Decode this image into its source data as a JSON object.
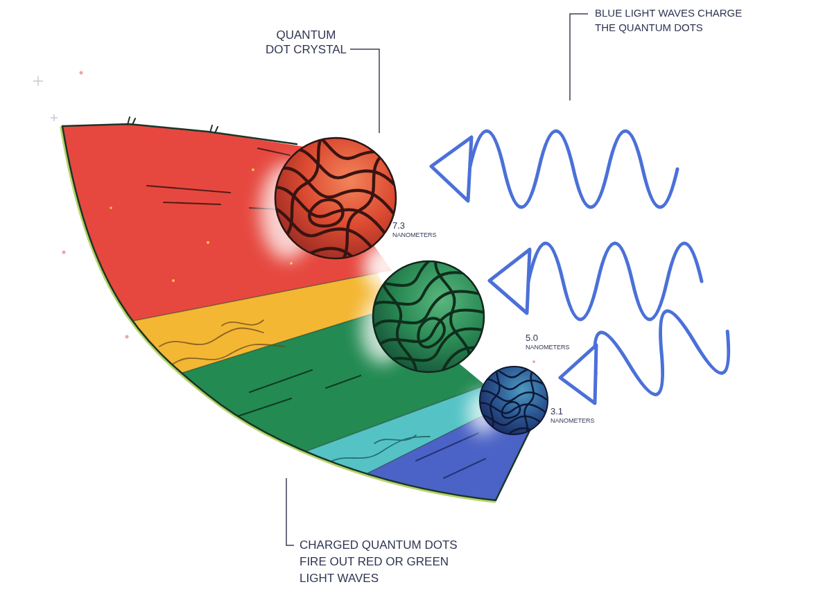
{
  "diagram": {
    "labels": [
      "QUANTUM DOT CRYSTAL",
      "BLUE LIGHT WAVES CHARGE THE QUANTUM DOTS",
      "7.3 NANOMETERS",
      "5.0 NANOMETERS",
      "3.1 NANOMETERS",
      "CHARGED QUANTUM DOTS FIRE OUT RED OR GREEN LIGHT WAVES"
    ]
  }
}
